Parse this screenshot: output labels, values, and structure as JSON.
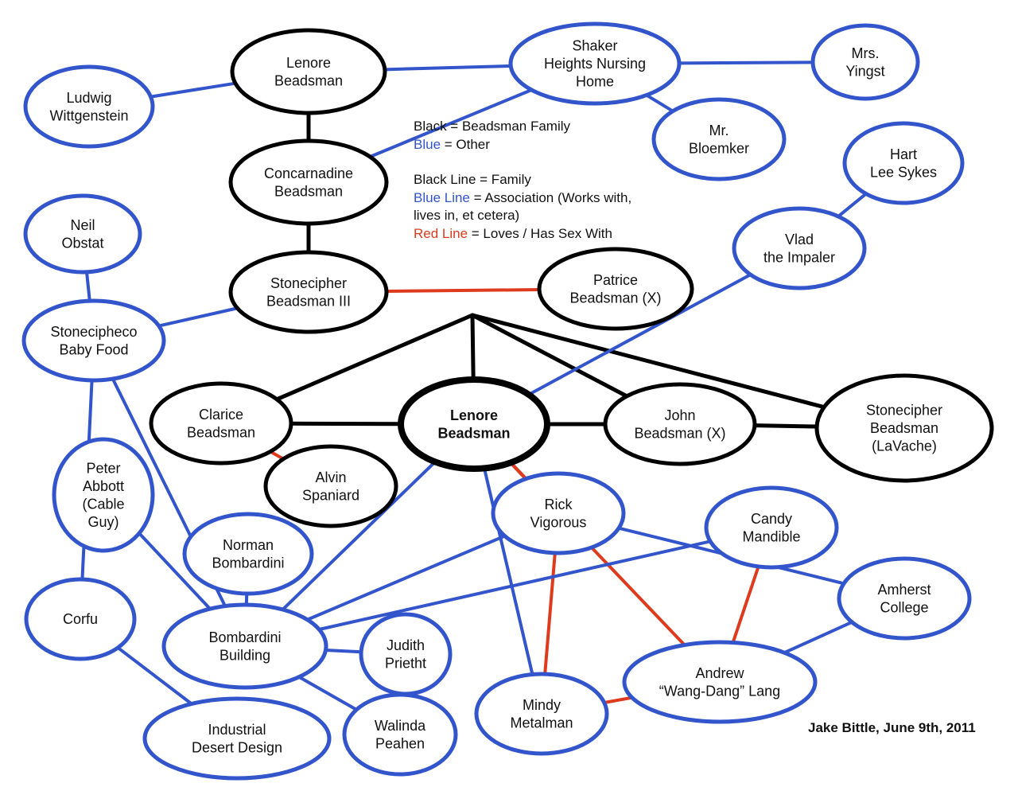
{
  "colors": {
    "family": "#000000",
    "other": "#3355cc",
    "love": "#dd3a1e"
  },
  "legend": {
    "node_black_key": "Black",
    "node_black_desc": " = Beadsman Family",
    "node_blue_key": "Blue",
    "node_blue_desc": " = Other",
    "line_black_key": "Black Line",
    "line_black_desc": " = Family",
    "line_blue_key": "Blue Line",
    "line_blue_desc_1": " = Association (Works with,",
    "line_blue_desc_2": "lives in, et cetera)",
    "line_red_key": "Red Line",
    "line_red_desc": " = Loves / Has Sex With"
  },
  "credit": "Jake Bittle, June 9th, 2011",
  "nodes": [
    {
      "id": "lenore_sr",
      "lines": [
        "Lenore",
        "Beadsman"
      ],
      "kind": "family"
    },
    {
      "id": "shaker",
      "lines": [
        "Shaker",
        "Heights Nursing",
        "Home"
      ],
      "kind": "other"
    },
    {
      "id": "yingst",
      "lines": [
        "Mrs.",
        "Yingst"
      ],
      "kind": "other"
    },
    {
      "id": "wittgenstein",
      "lines": [
        "Ludwig",
        "Wittgenstein"
      ],
      "kind": "other"
    },
    {
      "id": "bloemker",
      "lines": [
        "Mr.",
        "Bloemker"
      ],
      "kind": "other"
    },
    {
      "id": "concarnadine",
      "lines": [
        "Concarnadine",
        "Beadsman"
      ],
      "kind": "family"
    },
    {
      "id": "hart",
      "lines": [
        "Hart",
        "Lee Sykes"
      ],
      "kind": "other"
    },
    {
      "id": "obstat",
      "lines": [
        "Neil",
        "Obstat"
      ],
      "kind": "other"
    },
    {
      "id": "vlad",
      "lines": [
        "Vlad",
        "the Impaler"
      ],
      "kind": "other"
    },
    {
      "id": "stonecipher3",
      "lines": [
        "Stonecipher",
        "Beadsman III"
      ],
      "kind": "family"
    },
    {
      "id": "patrice",
      "lines": [
        "Patrice",
        "Beadsman (X)"
      ],
      "kind": "family"
    },
    {
      "id": "stonecipheco",
      "lines": [
        "Stonecipheco",
        "Baby Food"
      ],
      "kind": "other"
    },
    {
      "id": "clarice",
      "lines": [
        "Clarice",
        "Beadsman"
      ],
      "kind": "family"
    },
    {
      "id": "lenore",
      "lines": [
        "Lenore",
        "Beadsman"
      ],
      "kind": "family",
      "emphasis": true
    },
    {
      "id": "john",
      "lines": [
        "John",
        "Beadsman (X)"
      ],
      "kind": "family"
    },
    {
      "id": "lavache",
      "lines": [
        "Stonecipher",
        "Beadsman",
        "(LaVache)"
      ],
      "kind": "family"
    },
    {
      "id": "alvin",
      "lines": [
        "Alvin",
        "Spaniard"
      ],
      "kind": "family"
    },
    {
      "id": "abbott",
      "lines": [
        "Peter",
        "Abbott",
        "(Cable",
        "Guy)"
      ],
      "kind": "other"
    },
    {
      "id": "rick",
      "lines": [
        "Rick",
        "Vigorous"
      ],
      "kind": "other"
    },
    {
      "id": "candy",
      "lines": [
        "Candy",
        "Mandible"
      ],
      "kind": "other"
    },
    {
      "id": "norman",
      "lines": [
        "Norman",
        "Bombardini"
      ],
      "kind": "other"
    },
    {
      "id": "amherst",
      "lines": [
        "Amherst",
        "College"
      ],
      "kind": "other"
    },
    {
      "id": "corfu",
      "lines": [
        "Corfu"
      ],
      "kind": "other"
    },
    {
      "id": "bombardini_bldg",
      "lines": [
        "Bombardini",
        "Building"
      ],
      "kind": "other"
    },
    {
      "id": "judith",
      "lines": [
        "Judith",
        "Prietht"
      ],
      "kind": "other"
    },
    {
      "id": "lang",
      "lines": [
        "Andrew",
        "“Wang-Dang” Lang"
      ],
      "kind": "other"
    },
    {
      "id": "mindy",
      "lines": [
        "Mindy",
        "Metalman"
      ],
      "kind": "other"
    },
    {
      "id": "industrial",
      "lines": [
        "Industrial",
        "Desert Design"
      ],
      "kind": "other"
    },
    {
      "id": "walinda",
      "lines": [
        "Walinda",
        "Peahen"
      ],
      "kind": "other"
    }
  ],
  "edges": [
    {
      "from": "lenore_sr",
      "to": "concarnadine",
      "type": "family"
    },
    {
      "from": "concarnadine",
      "to": "stonecipher3",
      "type": "family"
    },
    {
      "from": "children_junction",
      "to": "clarice",
      "type": "family"
    },
    {
      "from": "children_junction",
      "to": "lenore",
      "type": "family"
    },
    {
      "from": "children_junction",
      "to": "john",
      "type": "family"
    },
    {
      "from": "children_junction",
      "to": "lavache",
      "type": "family"
    },
    {
      "from": "clarice",
      "to": "lenore",
      "type": "family"
    },
    {
      "from": "lenore",
      "to": "john",
      "type": "family"
    },
    {
      "from": "john",
      "to": "lavache",
      "type": "family"
    },
    {
      "from": "stonecipher3",
      "to": "patrice",
      "type": "love"
    },
    {
      "from": "clarice",
      "to": "alvin",
      "type": "love"
    },
    {
      "from": "lenore",
      "to": "rick",
      "type": "love"
    },
    {
      "from": "lenore",
      "to": "lang",
      "type": "love"
    },
    {
      "from": "rick",
      "to": "mindy",
      "type": "love"
    },
    {
      "from": "candy",
      "to": "lang",
      "type": "love"
    },
    {
      "from": "mindy",
      "to": "lang",
      "type": "love"
    },
    {
      "from": "lenore_sr",
      "to": "wittgenstein",
      "type": "other"
    },
    {
      "from": "lenore_sr",
      "to": "shaker",
      "type": "other"
    },
    {
      "from": "shaker",
      "to": "concarnadine",
      "type": "other"
    },
    {
      "from": "shaker",
      "to": "yingst",
      "type": "other"
    },
    {
      "from": "shaker",
      "to": "bloemker",
      "type": "other"
    },
    {
      "from": "hart",
      "to": "vlad",
      "type": "other"
    },
    {
      "from": "vlad",
      "to": "lenore",
      "type": "other"
    },
    {
      "from": "obstat",
      "to": "stonecipheco",
      "type": "other"
    },
    {
      "from": "stonecipheco",
      "to": "stonecipher3",
      "type": "other"
    },
    {
      "from": "stonecipheco",
      "to": "corfu",
      "type": "other"
    },
    {
      "from": "stonecipheco",
      "to": "bombardini_bldg",
      "type": "other"
    },
    {
      "from": "abbott",
      "to": "bombardini_bldg",
      "type": "other"
    },
    {
      "from": "norman",
      "to": "bombardini_bldg",
      "type": "other"
    },
    {
      "from": "lenore",
      "to": "bombardini_bldg",
      "type": "other"
    },
    {
      "from": "lenore",
      "to": "mindy",
      "type": "other"
    },
    {
      "from": "rick",
      "to": "bombardini_bldg",
      "type": "other"
    },
    {
      "from": "rick",
      "to": "amherst",
      "type": "other"
    },
    {
      "from": "candy",
      "to": "bombardini_bldg",
      "type": "other"
    },
    {
      "from": "amherst",
      "to": "lang",
      "type": "other"
    },
    {
      "from": "bombardini_bldg",
      "to": "judith",
      "type": "other"
    },
    {
      "from": "bombardini_bldg",
      "to": "walinda",
      "type": "other"
    },
    {
      "from": "corfu",
      "to": "industrial",
      "type": "other"
    }
  ]
}
